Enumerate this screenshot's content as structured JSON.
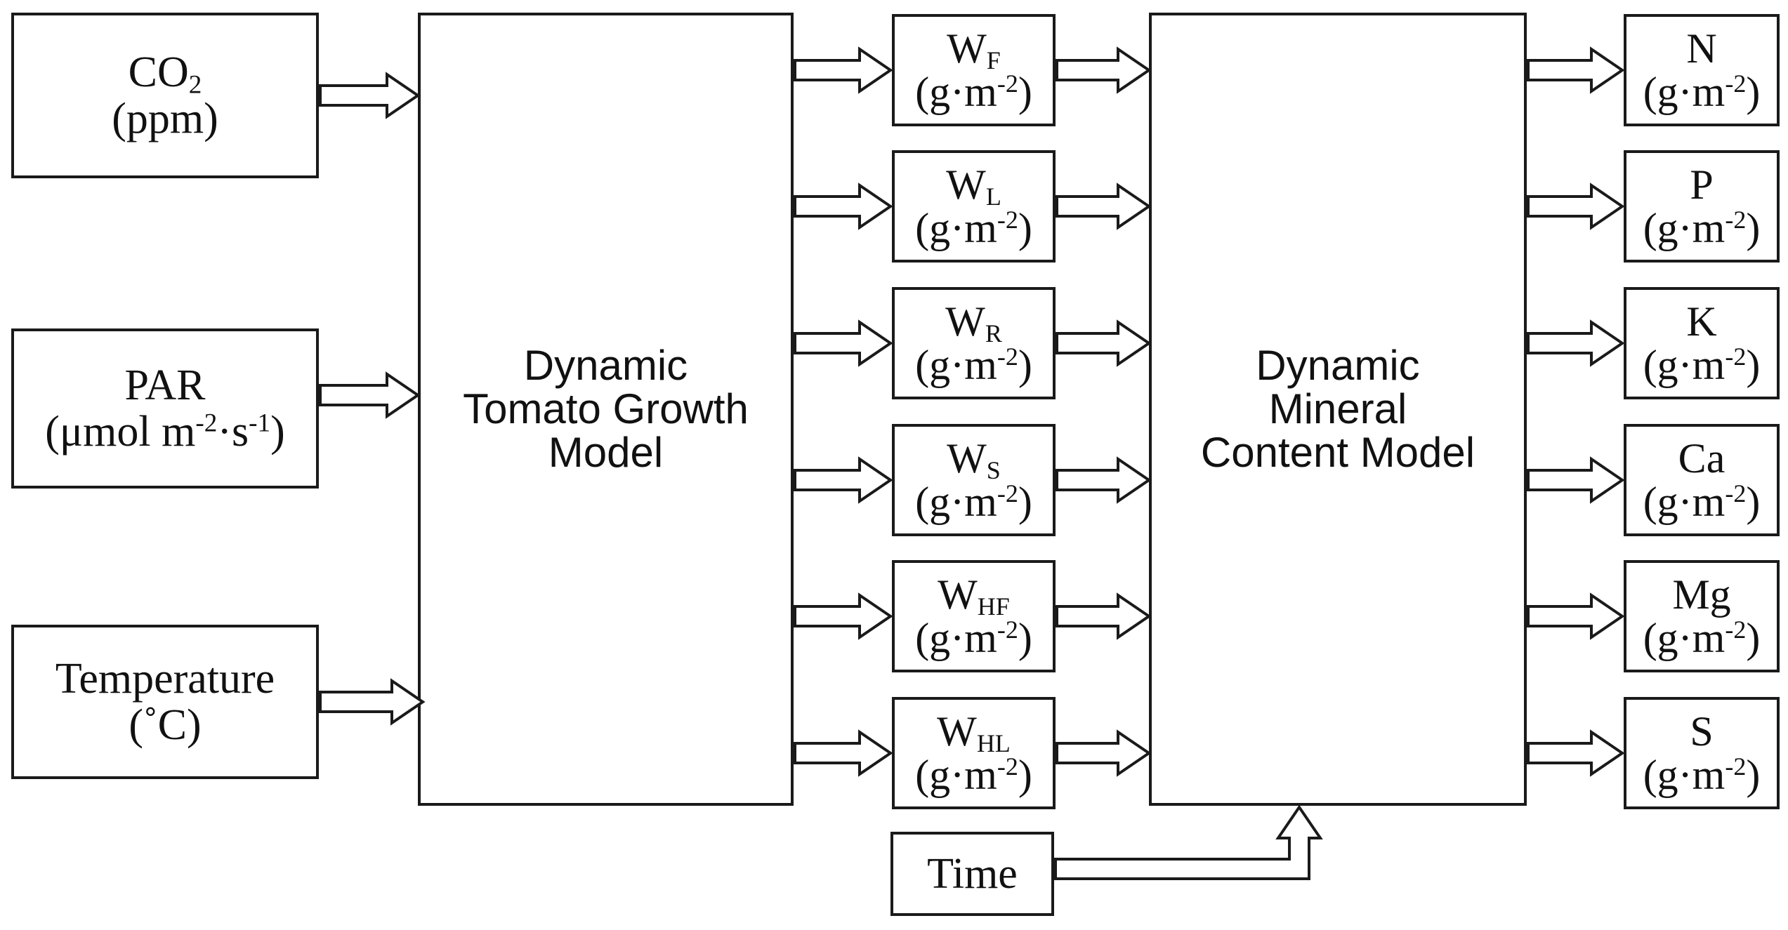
{
  "inputs": {
    "co2": {
      "name": "CO",
      "sub": "2",
      "unit": "(ppm)"
    },
    "par": {
      "name": "PAR",
      "unit_a": "(μmol m",
      "sup_a": "-2",
      "unit_b": "·s",
      "sup_b": "-1",
      "unit_c": ")"
    },
    "temperature": {
      "name": "Temperature",
      "unit": "(˚C)"
    }
  },
  "growth_model": {
    "line1": "Dynamic",
    "line2": "Tomato Growth",
    "line3": "Model"
  },
  "mineral_model": {
    "line1": "Dynamic",
    "line2": "Mineral",
    "line3": "Content Model"
  },
  "time": {
    "label": "Time"
  },
  "unit_parts": {
    "open": "(g·m",
    "sup": "-2",
    "close": ")"
  },
  "weights": [
    {
      "symbol": "W",
      "sub": "F"
    },
    {
      "symbol": "W",
      "sub": "L"
    },
    {
      "symbol": "W",
      "sub": "R"
    },
    {
      "symbol": "W",
      "sub": "S"
    },
    {
      "symbol": "W",
      "sub": "HF"
    },
    {
      "symbol": "W",
      "sub": "HL"
    }
  ],
  "minerals": [
    {
      "symbol": "N"
    },
    {
      "symbol": "P"
    },
    {
      "symbol": "K"
    },
    {
      "symbol": "Ca"
    },
    {
      "symbol": "Mg"
    },
    {
      "symbol": "S"
    }
  ]
}
